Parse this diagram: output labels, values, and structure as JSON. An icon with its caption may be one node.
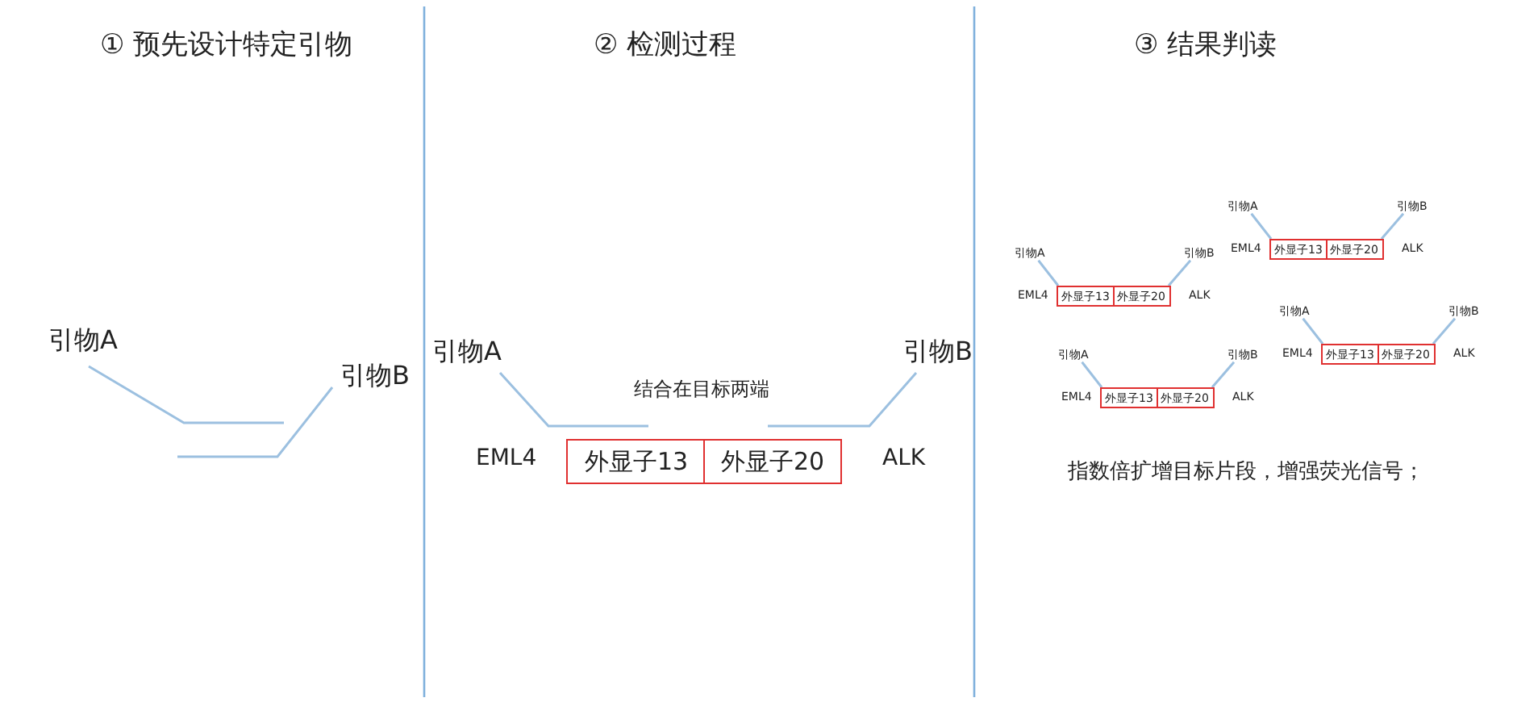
{
  "diagram": {
    "nodes": [
      {
        "text": [
          "外显子13"
        ]
      },
      {
        "text": [
          "外显子20"
        ]
      },
      {
        "text": [
          "引物A"
        ]
      },
      {
        "text": [
          "引物B"
        ]
      },
      {
        "text": [
          "外显子13"
        ]
      },
      {
        "text": [
          "外显子20"
        ]
      },
      {
        "text": [
          "引物A"
        ]
      },
      {
        "text": [
          "引物B"
        ]
      },
      {
        "text": [
          "外显子13"
        ]
      },
      {
        "text": [
          "外显子20"
        ]
      },
      {
        "text": [
          "引物A"
        ]
      },
      {
        "text": [
          "引物B"
        ]
      },
      {
        "text": [
          "外显子13"
        ]
      },
      {
        "text": [
          "外显子20"
        ]
      },
      {
        "text": [
          "引物A"
        ]
      },
      {
        "text": [
          "引物B"
        ]
      },
      {
        "text": [
          "外显子13"
        ]
      },
      {
        "text": [
          "外显子20"
        ]
      }
    ],
    "edges": [
      {
        "from": 2,
        "to": 4,
        "arrow": "none"
      },
      {
        "from": 3,
        "to": 5,
        "arrow": "none"
      },
      {
        "from": 6,
        "to": 8,
        "arrow": "none"
      },
      {
        "from": 7,
        "to": 9,
        "arrow": "none"
      },
      {
        "from": 10,
        "to": 12,
        "arrow": "none"
      },
      {
        "from": 11,
        "to": 13,
        "arrow": "none"
      },
      {
        "from": 14,
        "to": 16,
        "arrow": "none"
      },
      {
        "from": 15,
        "to": 17,
        "arrow": "none"
      }
    ],
    "labels": [
      "① 预先设计特定引物",
      "② 检测过程",
      "③ 结果判读",
      "引物A",
      "引物B",
      "引物A",
      "引物B",
      "结合在目标两端",
      "EML4",
      "ALK",
      "EML4",
      "ALK",
      "EML4",
      "ALK",
      "EML4",
      "ALK",
      "EML4",
      "ALK",
      "指数倍扩增目标片段，增强荧光信号；"
    ]
  }
}
